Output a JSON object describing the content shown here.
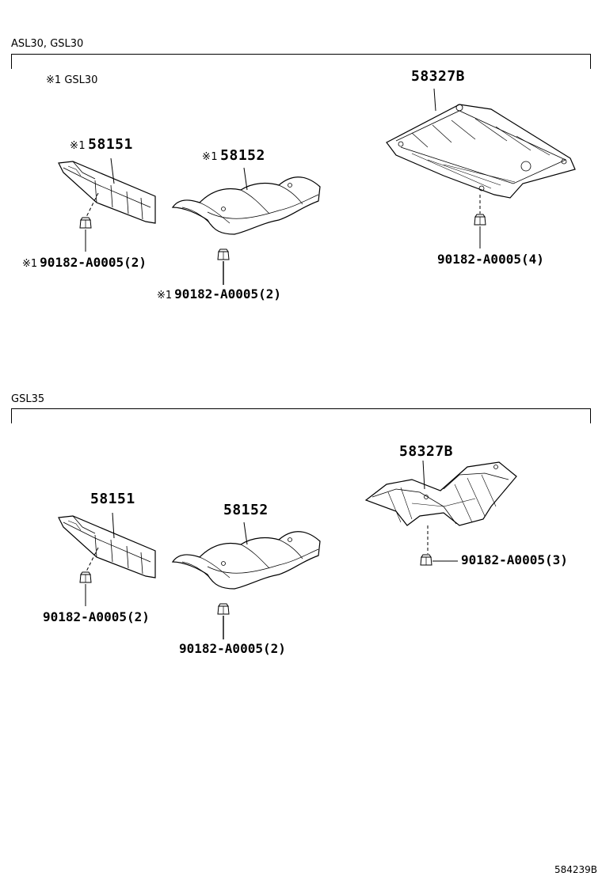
{
  "sections": [
    {
      "label": "ASL30, GSL30",
      "note_mark": "※1",
      "note_text": "GSL30",
      "parts": {
        "p1": {
          "mark": "※1",
          "number": "58151"
        },
        "p2": {
          "mark": "※1",
          "number": "58152"
        },
        "p3": {
          "mark": "",
          "number": "58327B"
        },
        "f1": {
          "mark": "※1",
          "number": "90182-A0005(2)"
        },
        "f2": {
          "mark": "※1",
          "number": "90182-A0005(2)"
        },
        "f3": {
          "mark": "",
          "number": "90182-A0005(4)"
        }
      }
    },
    {
      "label": "GSL35",
      "parts": {
        "p1": {
          "number": "58151"
        },
        "p2": {
          "number": "58152"
        },
        "p3": {
          "number": "58327B"
        },
        "f1": {
          "number": "90182-A0005(2)"
        },
        "f2": {
          "number": "90182-A0005(2)"
        },
        "f3": {
          "number": "90182-A0005(3)"
        }
      }
    }
  ],
  "reference_code": "584239B"
}
